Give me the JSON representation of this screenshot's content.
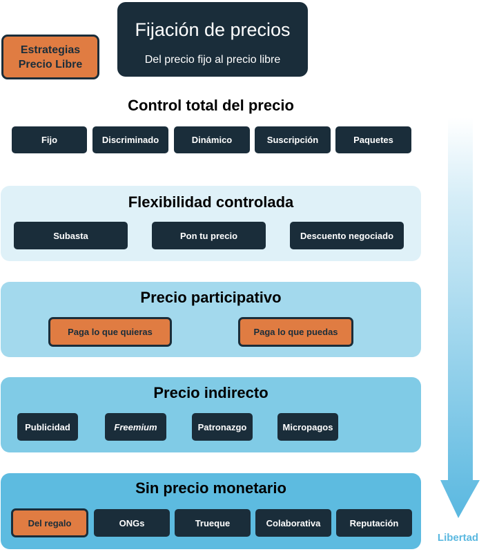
{
  "header": {
    "title": "Fijación de precios",
    "subtitle": "Del precio fijo al precio libre",
    "badge_line1": "Estrategias",
    "badge_line2": "Precio Libre"
  },
  "colors": {
    "dark": "#1a2d3a",
    "orange": "#e07c42",
    "arrow": "#5ab8e0"
  },
  "sections": [
    {
      "title": "Control total del precio",
      "background": "#ffffff",
      "items": [
        {
          "label": "Fijo",
          "style": "dark"
        },
        {
          "label": "Discriminado",
          "style": "dark"
        },
        {
          "label": "Dinámico",
          "style": "dark"
        },
        {
          "label": "Suscripción",
          "style": "dark"
        },
        {
          "label": "Paquetes",
          "style": "dark"
        }
      ]
    },
    {
      "title": "Flexibilidad controlada",
      "background": "#dff1f8",
      "items": [
        {
          "label": "Subasta",
          "style": "dark"
        },
        {
          "label": "Pon tu precio",
          "style": "dark"
        },
        {
          "label": "Descuento negociado",
          "style": "dark"
        }
      ]
    },
    {
      "title": "Precio participativo",
      "background": "#a3d9ed",
      "items": [
        {
          "label": "Paga lo que quieras",
          "style": "orange"
        },
        {
          "label": "Paga lo que puedas",
          "style": "orange"
        }
      ]
    },
    {
      "title": "Precio indirecto",
      "background": "#80cbe6",
      "items": [
        {
          "label": "Publicidad",
          "style": "dark"
        },
        {
          "label": "Freemium",
          "style": "dark-italic"
        },
        {
          "label": "Patronazgo",
          "style": "dark"
        },
        {
          "label": "Micropagos",
          "style": "dark"
        }
      ]
    },
    {
      "title": "Sin precio monetario",
      "background": "#5dbbe0",
      "items": [
        {
          "label": "Del regalo",
          "style": "orange"
        },
        {
          "label": "ONGs",
          "style": "dark"
        },
        {
          "label": "Trueque",
          "style": "dark"
        },
        {
          "label": "Colaborativa",
          "style": "dark"
        },
        {
          "label": "Reputación",
          "style": "dark"
        }
      ]
    }
  ],
  "arrow": {
    "direction": "down",
    "label": "Libertad"
  }
}
